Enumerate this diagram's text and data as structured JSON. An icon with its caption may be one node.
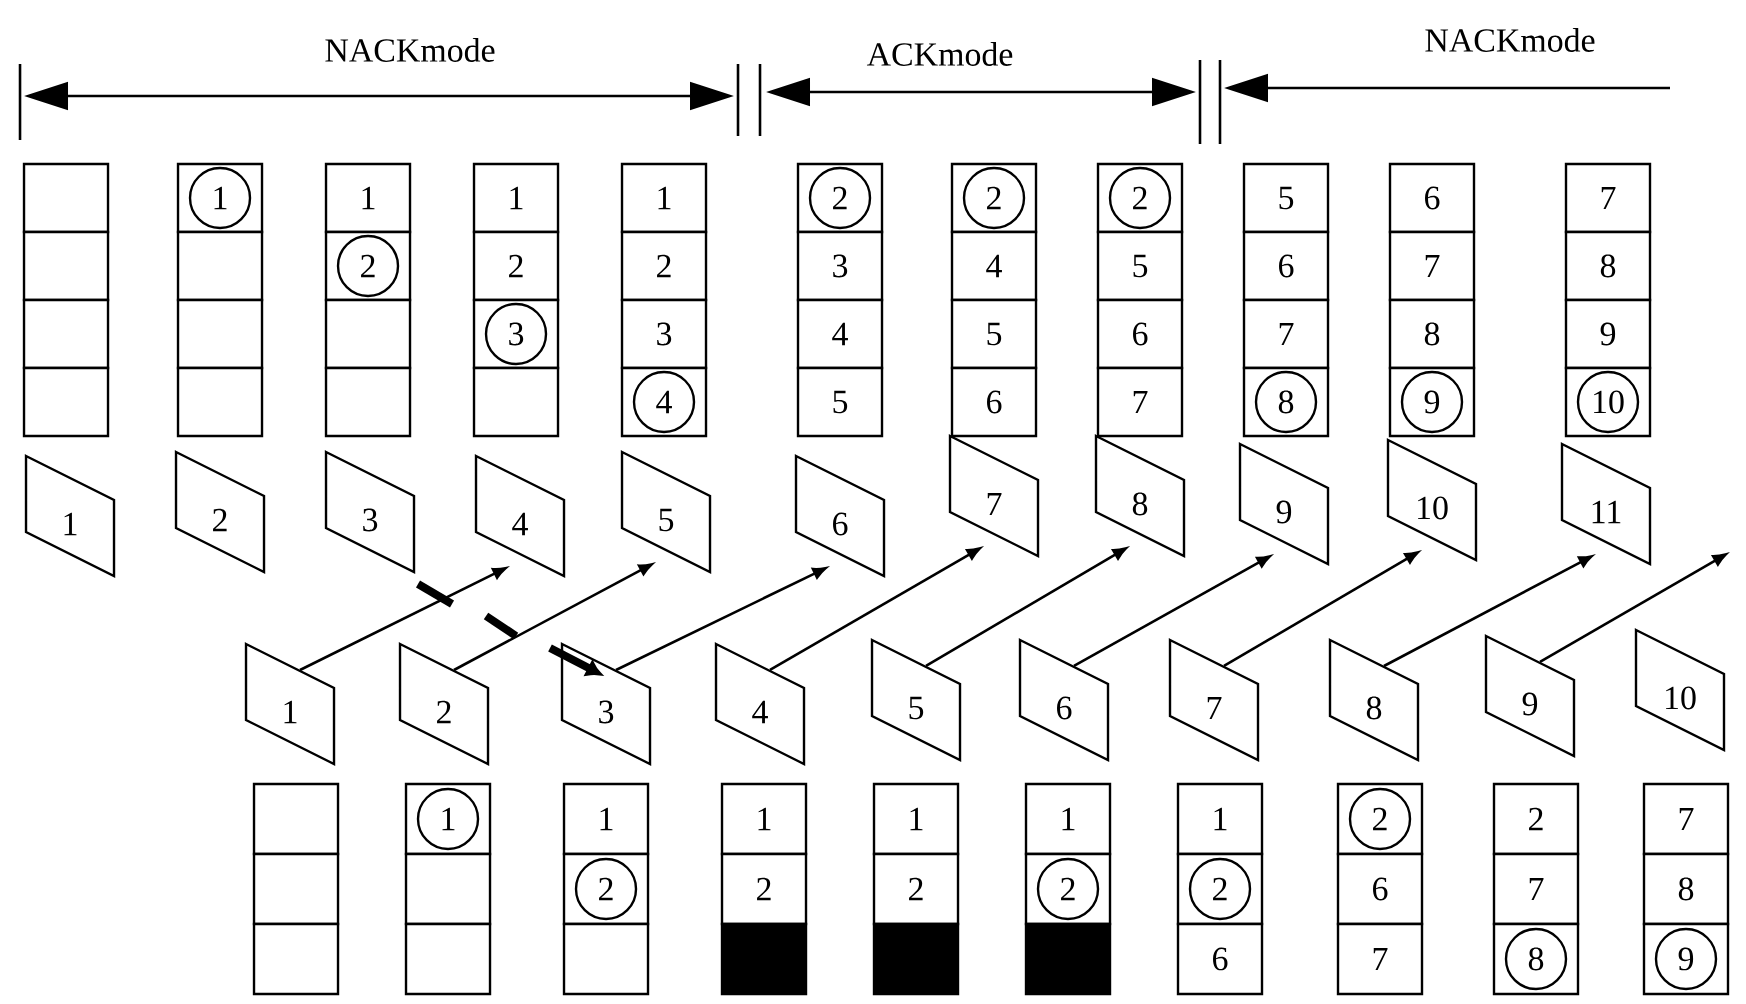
{
  "diagram": {
    "nodes": [
      {
        "text": [],
        "shape": "box"
      },
      {
        "text": [],
        "shape": "box"
      },
      {
        "text": [],
        "shape": "box"
      },
      {
        "text": [],
        "shape": "box"
      },
      {
        "text": [],
        "shape": "box"
      },
      {
        "text": [
          "1"
        ],
        "in": 4
      },
      {
        "text": [],
        "shape": "box"
      },
      {
        "text": [],
        "shape": "box"
      },
      {
        "text": [],
        "shape": "box"
      },
      {
        "text": [
          "1"
        ]
      },
      {
        "text": [],
        "shape": "box"
      },
      {
        "text": [
          "2"
        ],
        "in": 10
      },
      {
        "text": [],
        "shape": "box"
      },
      {
        "text": [],
        "shape": "box"
      },
      {
        "text": [
          "1"
        ]
      },
      {
        "text": [
          "2"
        ]
      },
      {
        "text": [],
        "shape": "box"
      },
      {
        "text": [
          "3"
        ],
        "in": 16
      },
      {
        "text": [],
        "shape": "box"
      },
      {
        "text": [
          "1"
        ]
      },
      {
        "text": [
          "2"
        ]
      },
      {
        "text": [
          "3"
        ]
      },
      {
        "text": [],
        "shape": "box"
      },
      {
        "text": [
          "4"
        ],
        "in": 22
      },
      {
        "text": [],
        "shape": "box"
      },
      {
        "text": [
          "2"
        ],
        "in": 24
      },
      {
        "text": [
          "3"
        ]
      },
      {
        "text": [
          "4"
        ]
      },
      {
        "text": [
          "5"
        ]
      },
      {
        "text": [],
        "shape": "box"
      },
      {
        "text": [
          "2"
        ],
        "in": 29
      },
      {
        "text": [
          "4"
        ]
      },
      {
        "text": [
          "5"
        ]
      },
      {
        "text": [
          "6"
        ]
      },
      {
        "text": [],
        "shape": "box"
      },
      {
        "text": [
          "2"
        ],
        "in": 34
      },
      {
        "text": [
          "5"
        ]
      },
      {
        "text": [
          "6"
        ]
      },
      {
        "text": [
          "7"
        ]
      },
      {
        "text": [
          "5"
        ]
      },
      {
        "text": [
          "6"
        ]
      },
      {
        "text": [
          "7"
        ]
      },
      {
        "text": [],
        "shape": "box"
      },
      {
        "text": [
          "8"
        ],
        "in": 42
      },
      {
        "text": [
          "6"
        ]
      },
      {
        "text": [
          "7"
        ]
      },
      {
        "text": [
          "8"
        ]
      },
      {
        "text": [],
        "shape": "box"
      },
      {
        "text": [
          "9"
        ],
        "in": 47
      },
      {
        "text": [
          "7"
        ]
      },
      {
        "text": [
          "8"
        ]
      },
      {
        "text": [
          "9"
        ]
      },
      {
        "text": [],
        "shape": "box"
      },
      {
        "text": [
          "10"
        ],
        "in": 52
      },
      {
        "text": [
          "1"
        ]
      },
      {
        "text": [
          "2"
        ]
      },
      {
        "text": [
          "3"
        ]
      },
      {
        "text": [
          "4"
        ]
      },
      {
        "text": [
          "5"
        ]
      },
      {
        "text": [
          "6"
        ]
      },
      {
        "text": [
          "7"
        ]
      },
      {
        "text": [
          "8"
        ]
      },
      {
        "text": [
          "9"
        ]
      },
      {
        "text": [
          "10"
        ]
      },
      {
        "text": [
          "11"
        ]
      },
      {
        "text": [
          "1"
        ]
      },
      {
        "text": [
          "2"
        ]
      },
      {
        "text": [
          "3"
        ]
      },
      {
        "text": [
          "4"
        ]
      },
      {
        "text": [
          "5"
        ]
      },
      {
        "text": [
          "6"
        ]
      },
      {
        "text": [
          "7"
        ]
      },
      {
        "text": [
          "8"
        ]
      },
      {
        "text": [
          "9"
        ]
      },
      {
        "text": [
          "10"
        ]
      },
      {
        "text": [],
        "shape": "box"
      },
      {
        "text": [],
        "shape": "box"
      },
      {
        "text": [],
        "shape": "box"
      },
      {
        "text": [],
        "shape": "box"
      },
      {
        "text": [
          "1"
        ],
        "in": 78
      },
      {
        "text": [],
        "shape": "box"
      },
      {
        "text": [],
        "shape": "box"
      },
      {
        "text": [
          "1"
        ]
      },
      {
        "text": [],
        "shape": "box"
      },
      {
        "text": [
          "2"
        ],
        "in": 83
      },
      {
        "text": [],
        "shape": "box"
      },
      {
        "text": [
          "1"
        ]
      },
      {
        "text": [
          "2"
        ]
      },
      {
        "text": [],
        "shape": "block"
      },
      {
        "text": [
          "1"
        ]
      },
      {
        "text": [
          "2"
        ]
      },
      {
        "text": [],
        "shape": "block"
      },
      {
        "text": [
          "1"
        ]
      },
      {
        "text": [],
        "shape": "box"
      },
      {
        "text": [
          "2"
        ],
        "in": 93
      },
      {
        "text": [],
        "shape": "block"
      },
      {
        "text": [
          "1"
        ]
      },
      {
        "text": [],
        "shape": "box"
      },
      {
        "text": [
          "2"
        ],
        "in": 97
      },
      {
        "text": [
          "6"
        ]
      },
      {
        "text": [],
        "shape": "box"
      },
      {
        "text": [
          "2"
        ],
        "in": 100
      },
      {
        "text": [
          "6"
        ]
      },
      {
        "text": [
          "7"
        ]
      },
      {
        "text": [
          "2"
        ]
      },
      {
        "text": [
          "7"
        ]
      },
      {
        "text": [],
        "shape": "box"
      },
      {
        "text": [
          "8"
        ],
        "in": 106
      },
      {
        "text": [
          "7"
        ]
      },
      {
        "text": [
          "8"
        ]
      },
      {
        "text": [],
        "shape": "box"
      },
      {
        "text": [
          "9"
        ],
        "in": 110
      }
    ],
    "edges": [
      {
        "from": 65,
        "to": 57,
        "arrow": "to"
      },
      {
        "from": 66,
        "to": 58,
        "arrow": "to"
      },
      {
        "from": 67,
        "to": 59,
        "arrow": "to"
      },
      {
        "from": 68,
        "to": 60,
        "arrow": "to"
      },
      {
        "from": 69,
        "to": 61,
        "arrow": "to"
      },
      {
        "from": 70,
        "to": 62,
        "arrow": "to"
      },
      {
        "from": 71,
        "to": 63,
        "arrow": "to"
      },
      {
        "from": 72,
        "to": 64,
        "arrow": "to"
      },
      {
        "from": 73,
        "to": null,
        "arrow": "to"
      }
    ],
    "labels": [
      "NACKmode",
      "ACKmode",
      "NACKmode"
    ]
  }
}
